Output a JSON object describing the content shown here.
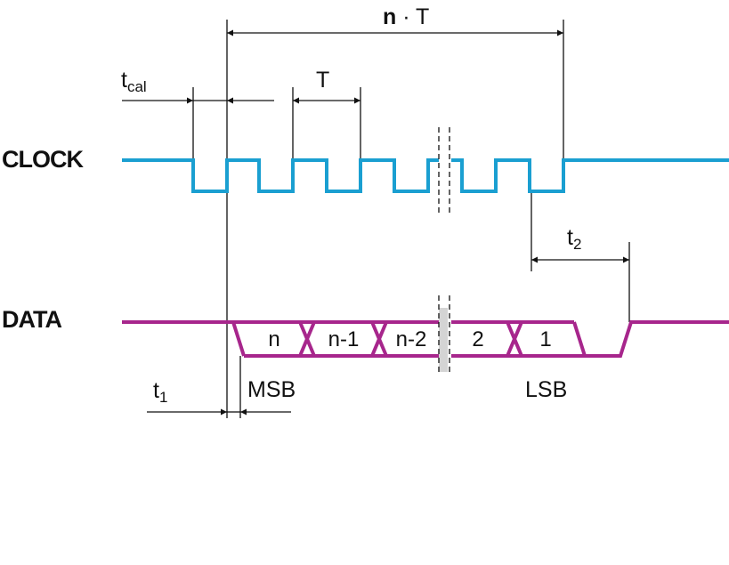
{
  "signals": {
    "clock": {
      "label": "CLOCK",
      "color": "#1a9fd1"
    },
    "data": {
      "label": "DATA",
      "color": "#a7268c"
    }
  },
  "timings": {
    "n_t": {
      "bold": "n",
      "rest": " · T"
    },
    "t_cal": {
      "main": "t",
      "sub": "cal"
    },
    "period": {
      "label": "T"
    },
    "t1": {
      "main": "t",
      "sub": "1"
    },
    "t2": {
      "main": "t",
      "sub": "2"
    }
  },
  "data_bits": [
    {
      "label": "n"
    },
    {
      "label": "n-1"
    },
    {
      "label": "n-2"
    },
    {
      "label": "2"
    },
    {
      "label": "1"
    }
  ],
  "markers": {
    "msb": "MSB",
    "lsb": "LSB"
  }
}
